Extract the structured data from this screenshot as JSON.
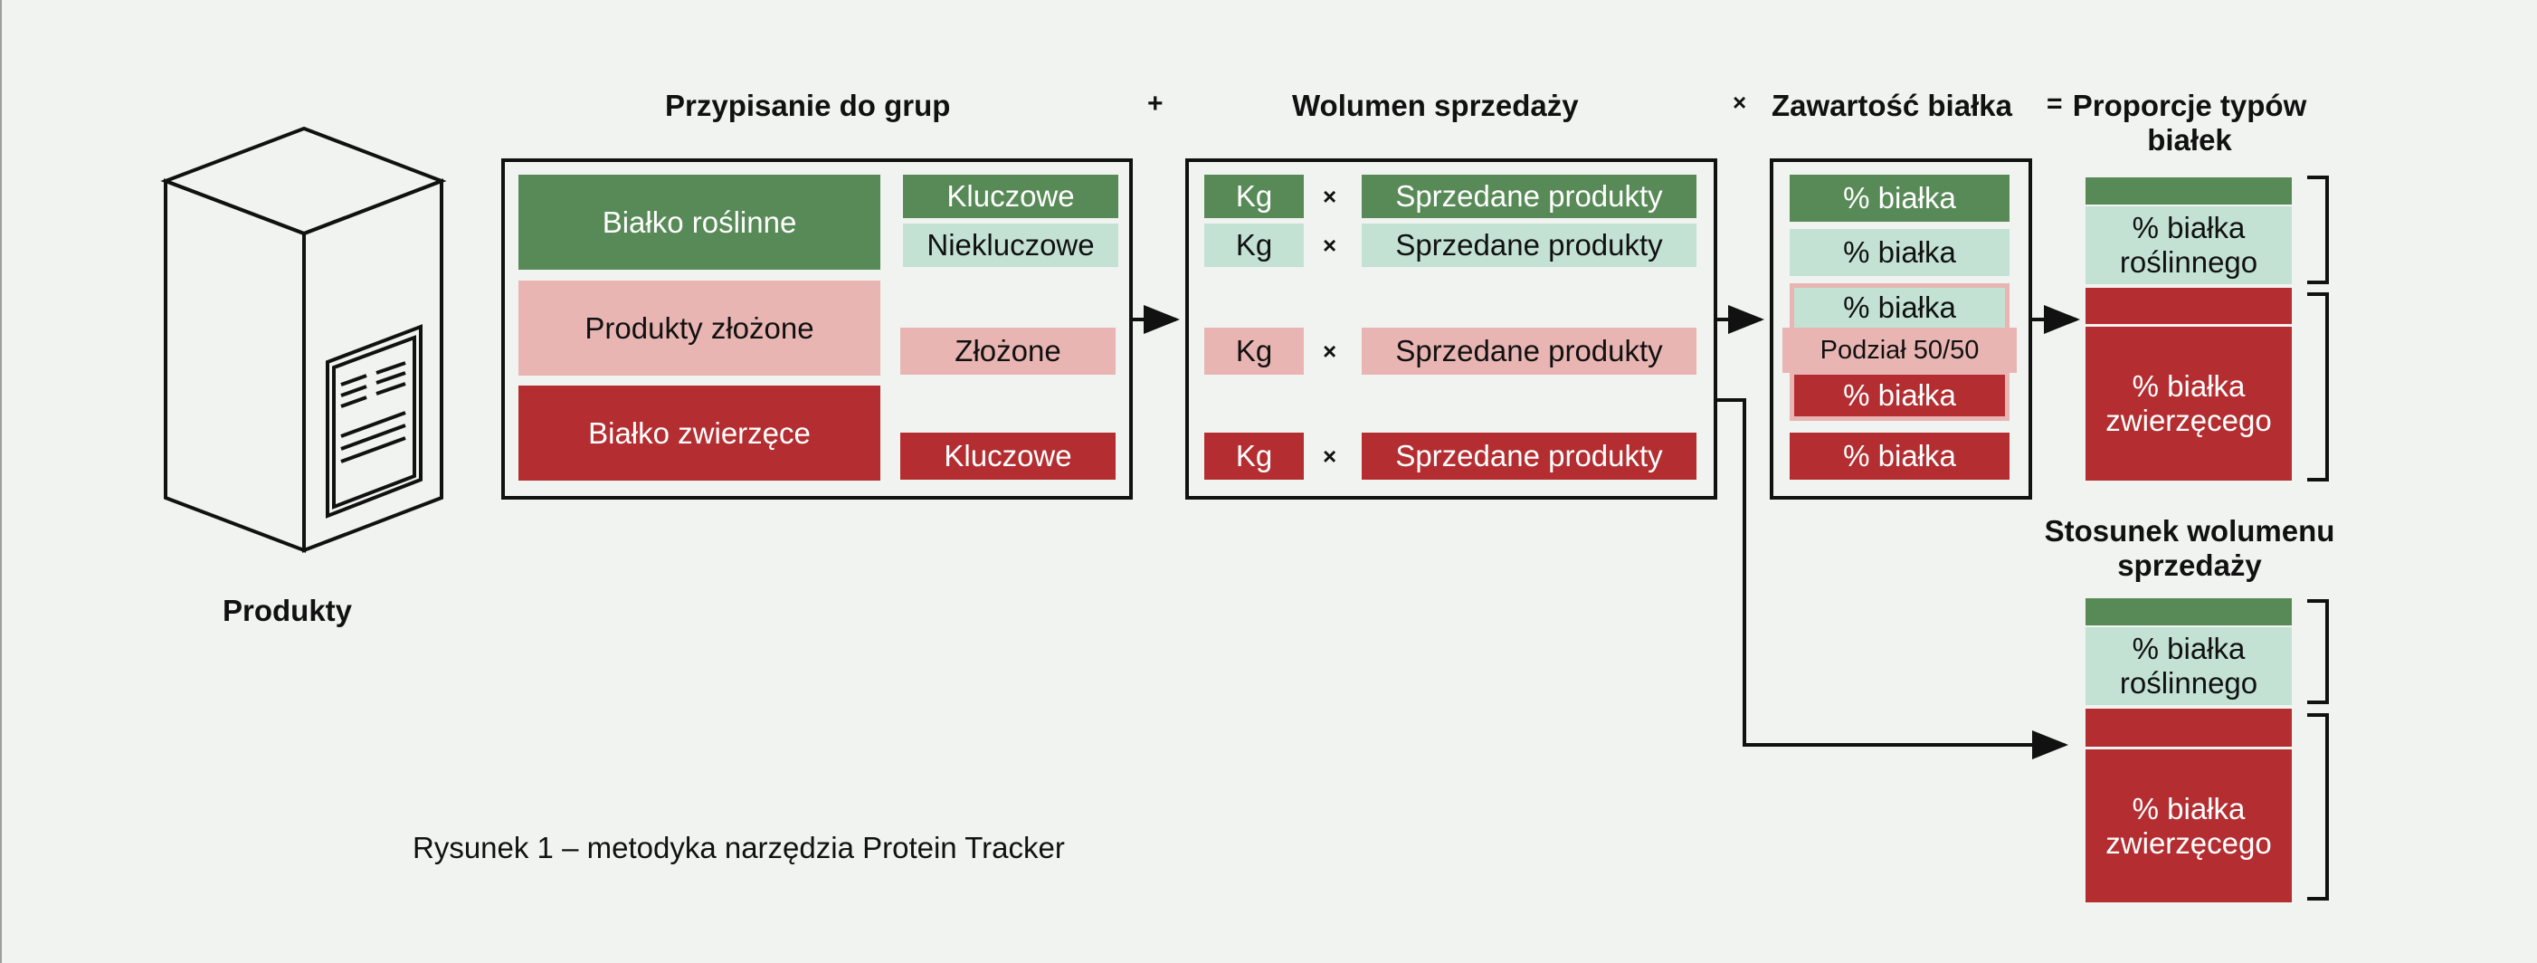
{
  "title_caption": "Rysunek 1 – metodyka narzędzia Protein Tracker",
  "product_label": "Produkty",
  "headers": {
    "group_assignment": "Przypisanie do grup",
    "plus": "+",
    "sales_volume": "Wolumen sprzedaży",
    "times": "×",
    "protein_content": "Zawartość białka",
    "equals": "=",
    "protein_type_proportions": "Proporcje typów białek",
    "sales_volume_ratio": "Stosunek wolumenu sprzedaży"
  },
  "groups": {
    "plant": "Białko roślinne",
    "composite": "Produkty złożone",
    "animal": "Białko zwierzęce"
  },
  "subgroups": {
    "key_plant": "Kluczowe",
    "nonkey_plant": "Niekluczowe",
    "composite": "Złożone",
    "key_animal": "Kluczowe"
  },
  "volume": {
    "unit": "Kg",
    "times": "×",
    "sold": "Sprzedane produkty"
  },
  "protein": {
    "pct": "% białka",
    "split": "Podział 50/50"
  },
  "results": {
    "plant_pct": "% białka roślinnego",
    "animal_pct": "% białka zwierzęcego"
  },
  "colors": {
    "dark_green": "#588a57",
    "light_green": "#c3e2d4",
    "pink": "#e8b5b3",
    "red": "#b42e31",
    "background": "#f0f3f0"
  }
}
